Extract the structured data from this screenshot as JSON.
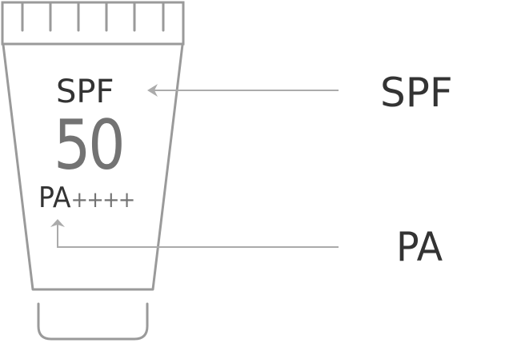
{
  "diagram": {
    "type": "sunscreen-tube-label-diagram",
    "tube": {
      "spf_label": "SPF",
      "spf_value": "50",
      "pa_label": "PA",
      "pa_rating": "++++"
    },
    "callouts": [
      {
        "label": "SPF",
        "points_to": "SPF"
      },
      {
        "label": "PA",
        "points_to": "PA"
      }
    ],
    "colors": {
      "outline": "#9a9a9a",
      "arrow": "#ababab",
      "text_dark": "#333333",
      "text_gray": "#737373",
      "background": "#ffffff"
    }
  }
}
